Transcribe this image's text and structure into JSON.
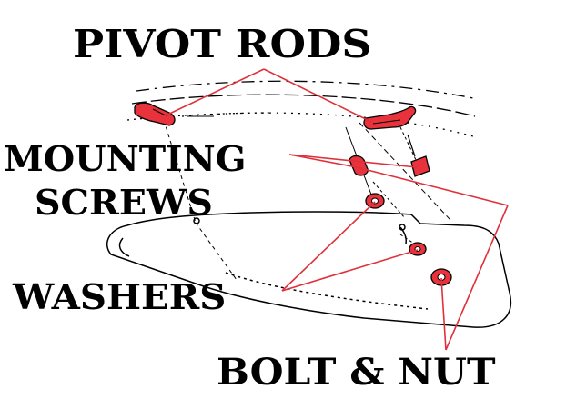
{
  "labels": {
    "pivot_rods": "PIVOT RODS",
    "mounting_line1": "MOUNTING",
    "mounting_line2": "SCREWS",
    "washers": "WASHERS",
    "bolt_nut": "BOLT & NUT"
  },
  "colors": {
    "callout": "#e0303a",
    "part_fill": "#e8323c",
    "ink": "#000000",
    "background": "#ffffff"
  }
}
